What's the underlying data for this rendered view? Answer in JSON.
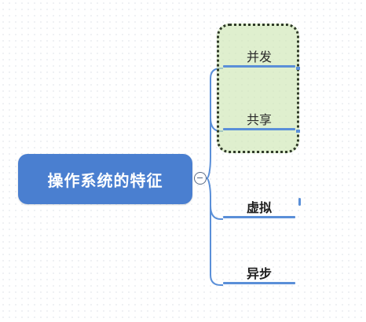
{
  "root": {
    "label": "操作系统的特征"
  },
  "children": [
    {
      "label": "并发",
      "grouped": true
    },
    {
      "label": "共享",
      "grouped": true
    },
    {
      "label": "虚拟",
      "grouped": false
    },
    {
      "label": "异步",
      "grouped": false
    }
  ],
  "colors": {
    "root_fill": "#4a7fd0",
    "connector": "#5a8fd8",
    "group_fill": "#cee7b3",
    "group_border": "#2f3a28"
  }
}
